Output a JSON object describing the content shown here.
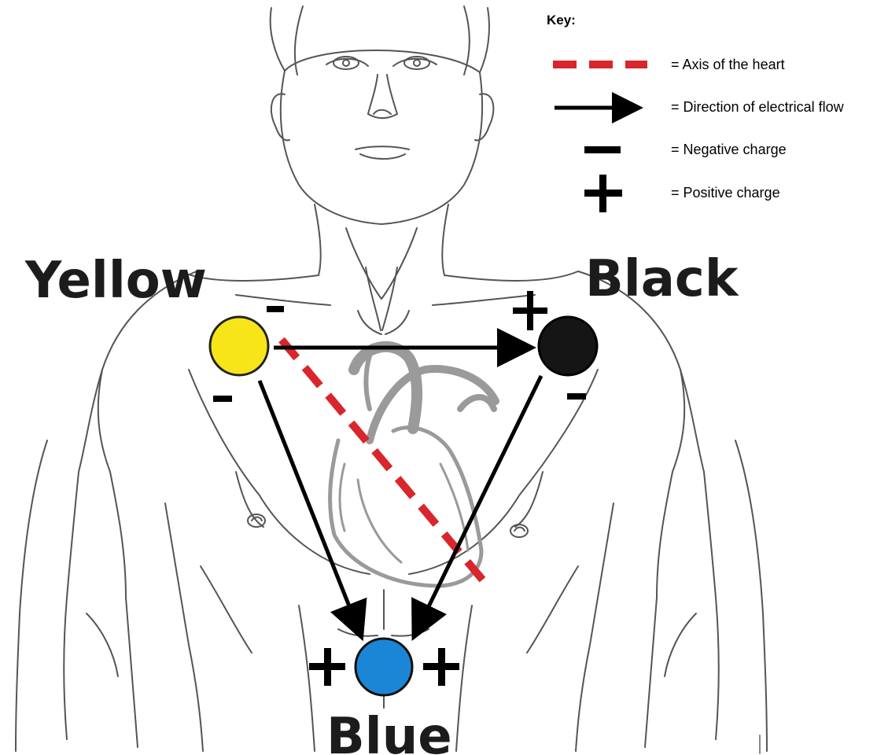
{
  "key": {
    "title": "Key:",
    "items": [
      {
        "symbol": "red-dashed-line",
        "label": "= Axis of the heart"
      },
      {
        "symbol": "arrow",
        "label": "= Direction of electrical flow"
      },
      {
        "symbol": "minus",
        "label": "= Negative charge"
      },
      {
        "symbol": "plus",
        "label": "= Positive charge"
      }
    ]
  },
  "electrodes": {
    "yellow": {
      "label": "Yellow",
      "color": "#f7e51a"
    },
    "black": {
      "label": "Black",
      "color": "#151515"
    },
    "blue": {
      "label": "Blue",
      "color": "#1b86d6"
    }
  },
  "charges": {
    "yellow_top": "-",
    "yellow_bottom": "-",
    "black_top": "+",
    "black_bottom": "-",
    "blue_left": "+",
    "blue_right": "+"
  },
  "colors": {
    "axis": "#d8262c",
    "arrow": "#000000",
    "outline": "#555555",
    "heart": "#9a9a9a"
  }
}
